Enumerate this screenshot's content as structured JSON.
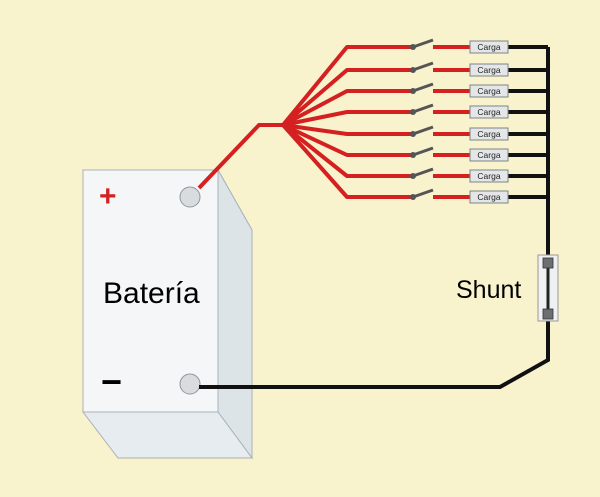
{
  "battery": {
    "label": "Batería",
    "positive_symbol": "+",
    "negative_symbol": "−"
  },
  "shunt": {
    "label": "Shunt"
  },
  "loads": [
    {
      "label": "Carga"
    },
    {
      "label": "Carga"
    },
    {
      "label": "Carga"
    },
    {
      "label": "Carga"
    },
    {
      "label": "Carga"
    },
    {
      "label": "Carga"
    },
    {
      "label": "Carga"
    },
    {
      "label": "Carga"
    }
  ],
  "colors": {
    "background": "#f8f2cd",
    "positive_wire": "#d42020",
    "negative_wire": "#111111",
    "battery_face": "#f4f6f7",
    "battery_side": "#dde4e8"
  }
}
